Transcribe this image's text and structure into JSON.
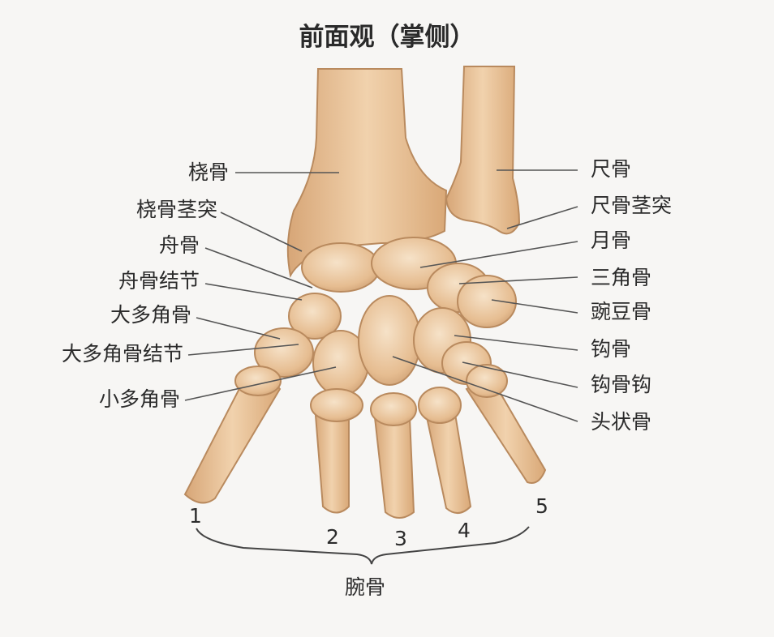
{
  "title": "前面观（掌侧）",
  "labels_left": [
    "桡骨",
    "桡骨茎突",
    "舟骨",
    "舟骨结节",
    "大多角骨",
    "大多角骨结节",
    "小多角骨"
  ],
  "labels_right": [
    "尺骨",
    "尺骨茎突",
    "月骨",
    "三角骨",
    "豌豆骨",
    "钩骨",
    "钩骨钩",
    "头状骨"
  ],
  "finger_numbers": [
    "1",
    "2",
    "3",
    "4",
    "5"
  ],
  "bracket_label": "腕骨",
  "colors": {
    "bone": "#e9c49c",
    "bone_shadow": "#c99a6e",
    "bone_light": "#f6e2c8",
    "line": "#555555",
    "background": "#f7f6f4"
  }
}
